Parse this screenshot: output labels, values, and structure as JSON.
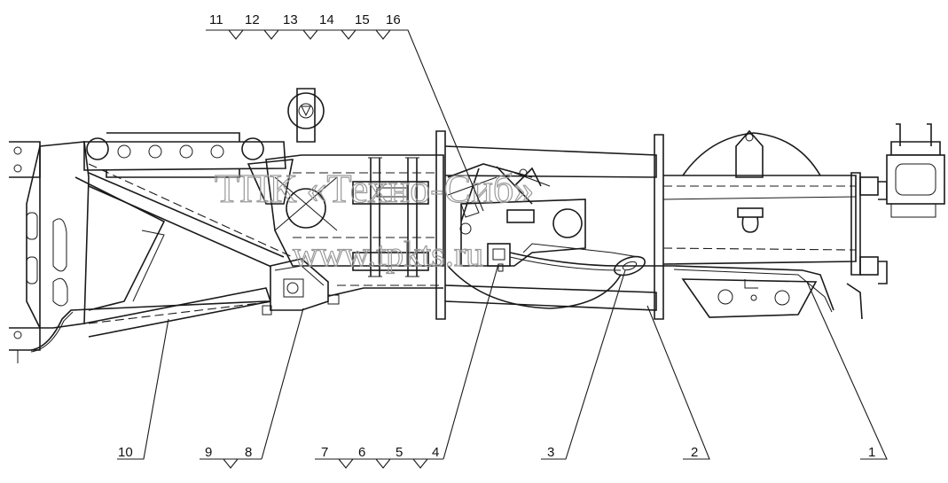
{
  "watermark": {
    "line1": "ТПК «Техно-Сиб»",
    "line2": "www.tpkts.ru"
  },
  "callouts": {
    "top": [
      "11",
      "12",
      "13",
      "14",
      "15",
      "16"
    ],
    "bottom_left": [
      "10"
    ],
    "bottom_pair": [
      "9",
      "8"
    ],
    "bottom_group": [
      "7",
      "6",
      "5",
      "4"
    ],
    "bottom_right": [
      "3",
      "2",
      "1"
    ]
  }
}
